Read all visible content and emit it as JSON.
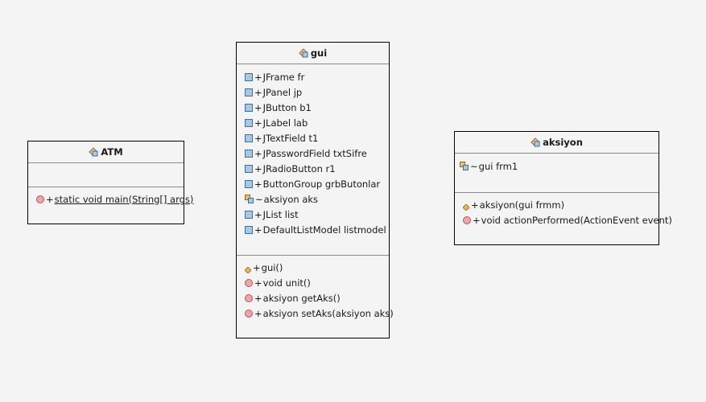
{
  "classes": {
    "atm": {
      "name": "ATM",
      "fields": [],
      "methods": [
        {
          "icon": "static-method-icon",
          "visibility": "+",
          "text": "static void main(String[] args)",
          "static": true
        }
      ]
    },
    "gui": {
      "name": "gui",
      "fields": [
        {
          "icon": "field-icon",
          "visibility": "+",
          "text": "JFrame fr"
        },
        {
          "icon": "field-icon",
          "visibility": "+",
          "text": "JPanel jp"
        },
        {
          "icon": "field-icon",
          "visibility": "+",
          "text": "JButton b1"
        },
        {
          "icon": "field-icon",
          "visibility": "+",
          "text": "JLabel lab"
        },
        {
          "icon": "field-icon",
          "visibility": "+",
          "text": "JTextField t1"
        },
        {
          "icon": "field-icon",
          "visibility": "+",
          "text": "JPasswordField txtSifre"
        },
        {
          "icon": "field-icon",
          "visibility": "+",
          "text": "JRadioButton r1"
        },
        {
          "icon": "field-icon",
          "visibility": "+",
          "text": "ButtonGroup grbButonlar"
        },
        {
          "icon": "association-icon",
          "visibility": "~",
          "text": "aksiyon aks"
        },
        {
          "icon": "field-icon",
          "visibility": "+",
          "text": "JList list"
        },
        {
          "icon": "field-icon",
          "visibility": "+",
          "text": "DefaultListModel listmodel"
        }
      ],
      "methods": [
        {
          "icon": "constructor-icon",
          "visibility": "+",
          "text": "gui()"
        },
        {
          "icon": "method-icon",
          "visibility": "+",
          "text": "void unit()"
        },
        {
          "icon": "method-icon",
          "visibility": "+",
          "text": "aksiyon getAks()"
        },
        {
          "icon": "method-icon",
          "visibility": "+",
          "text": "aksiyon setAks(aksiyon aks)"
        }
      ]
    },
    "aksiyon": {
      "name": "aksiyon",
      "fields": [
        {
          "icon": "association-icon",
          "visibility": "~",
          "text": "gui frm1"
        }
      ],
      "methods": [
        {
          "icon": "constructor-icon",
          "visibility": "+",
          "text": "aksiyon(gui frmm)"
        },
        {
          "icon": "method-icon",
          "visibility": "+",
          "text": "void actionPerformed(ActionEvent event)"
        }
      ]
    }
  },
  "colors": {
    "background": "#f4f4f4",
    "border": "#000000",
    "field_icon": "#a9c9e3",
    "method_icon": "#f0a5a5",
    "constructor_icon": "#e8b45a"
  }
}
